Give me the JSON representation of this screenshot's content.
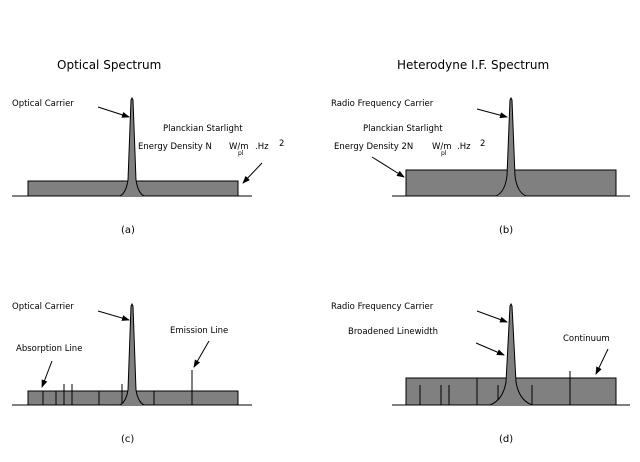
{
  "titles": {
    "left": "Optical Spectrum",
    "right": "Heterodyne I.F. Spectrum"
  },
  "panel_a": {
    "carrier": "Optical Carrier",
    "starlight": "Planckian Starlight",
    "energy": "Energy Density N",
    "energy_unit": "W/m",
    "energy_sub": "pl",
    "energy_hz": ".Hz",
    "energy_exp": "2",
    "caption": "(a)"
  },
  "panel_b": {
    "carrier": "Radio Frequency Carrier",
    "starlight": "Planckian Starlight",
    "energy": "Energy Density 2N",
    "energy_unit": "W/m",
    "energy_sub": "pl",
    "energy_hz": ".Hz",
    "energy_exp": "2",
    "caption": "(b)"
  },
  "panel_c": {
    "carrier": "Optical Carrier",
    "absorption": "Absorption Line",
    "emission": "Emission Line",
    "caption": "(c)"
  },
  "panel_d": {
    "carrier": "Radio Frequency Carrier",
    "broadened": "Broadened Linewidth",
    "continuum": "Continuum",
    "caption": "(d)"
  }
}
